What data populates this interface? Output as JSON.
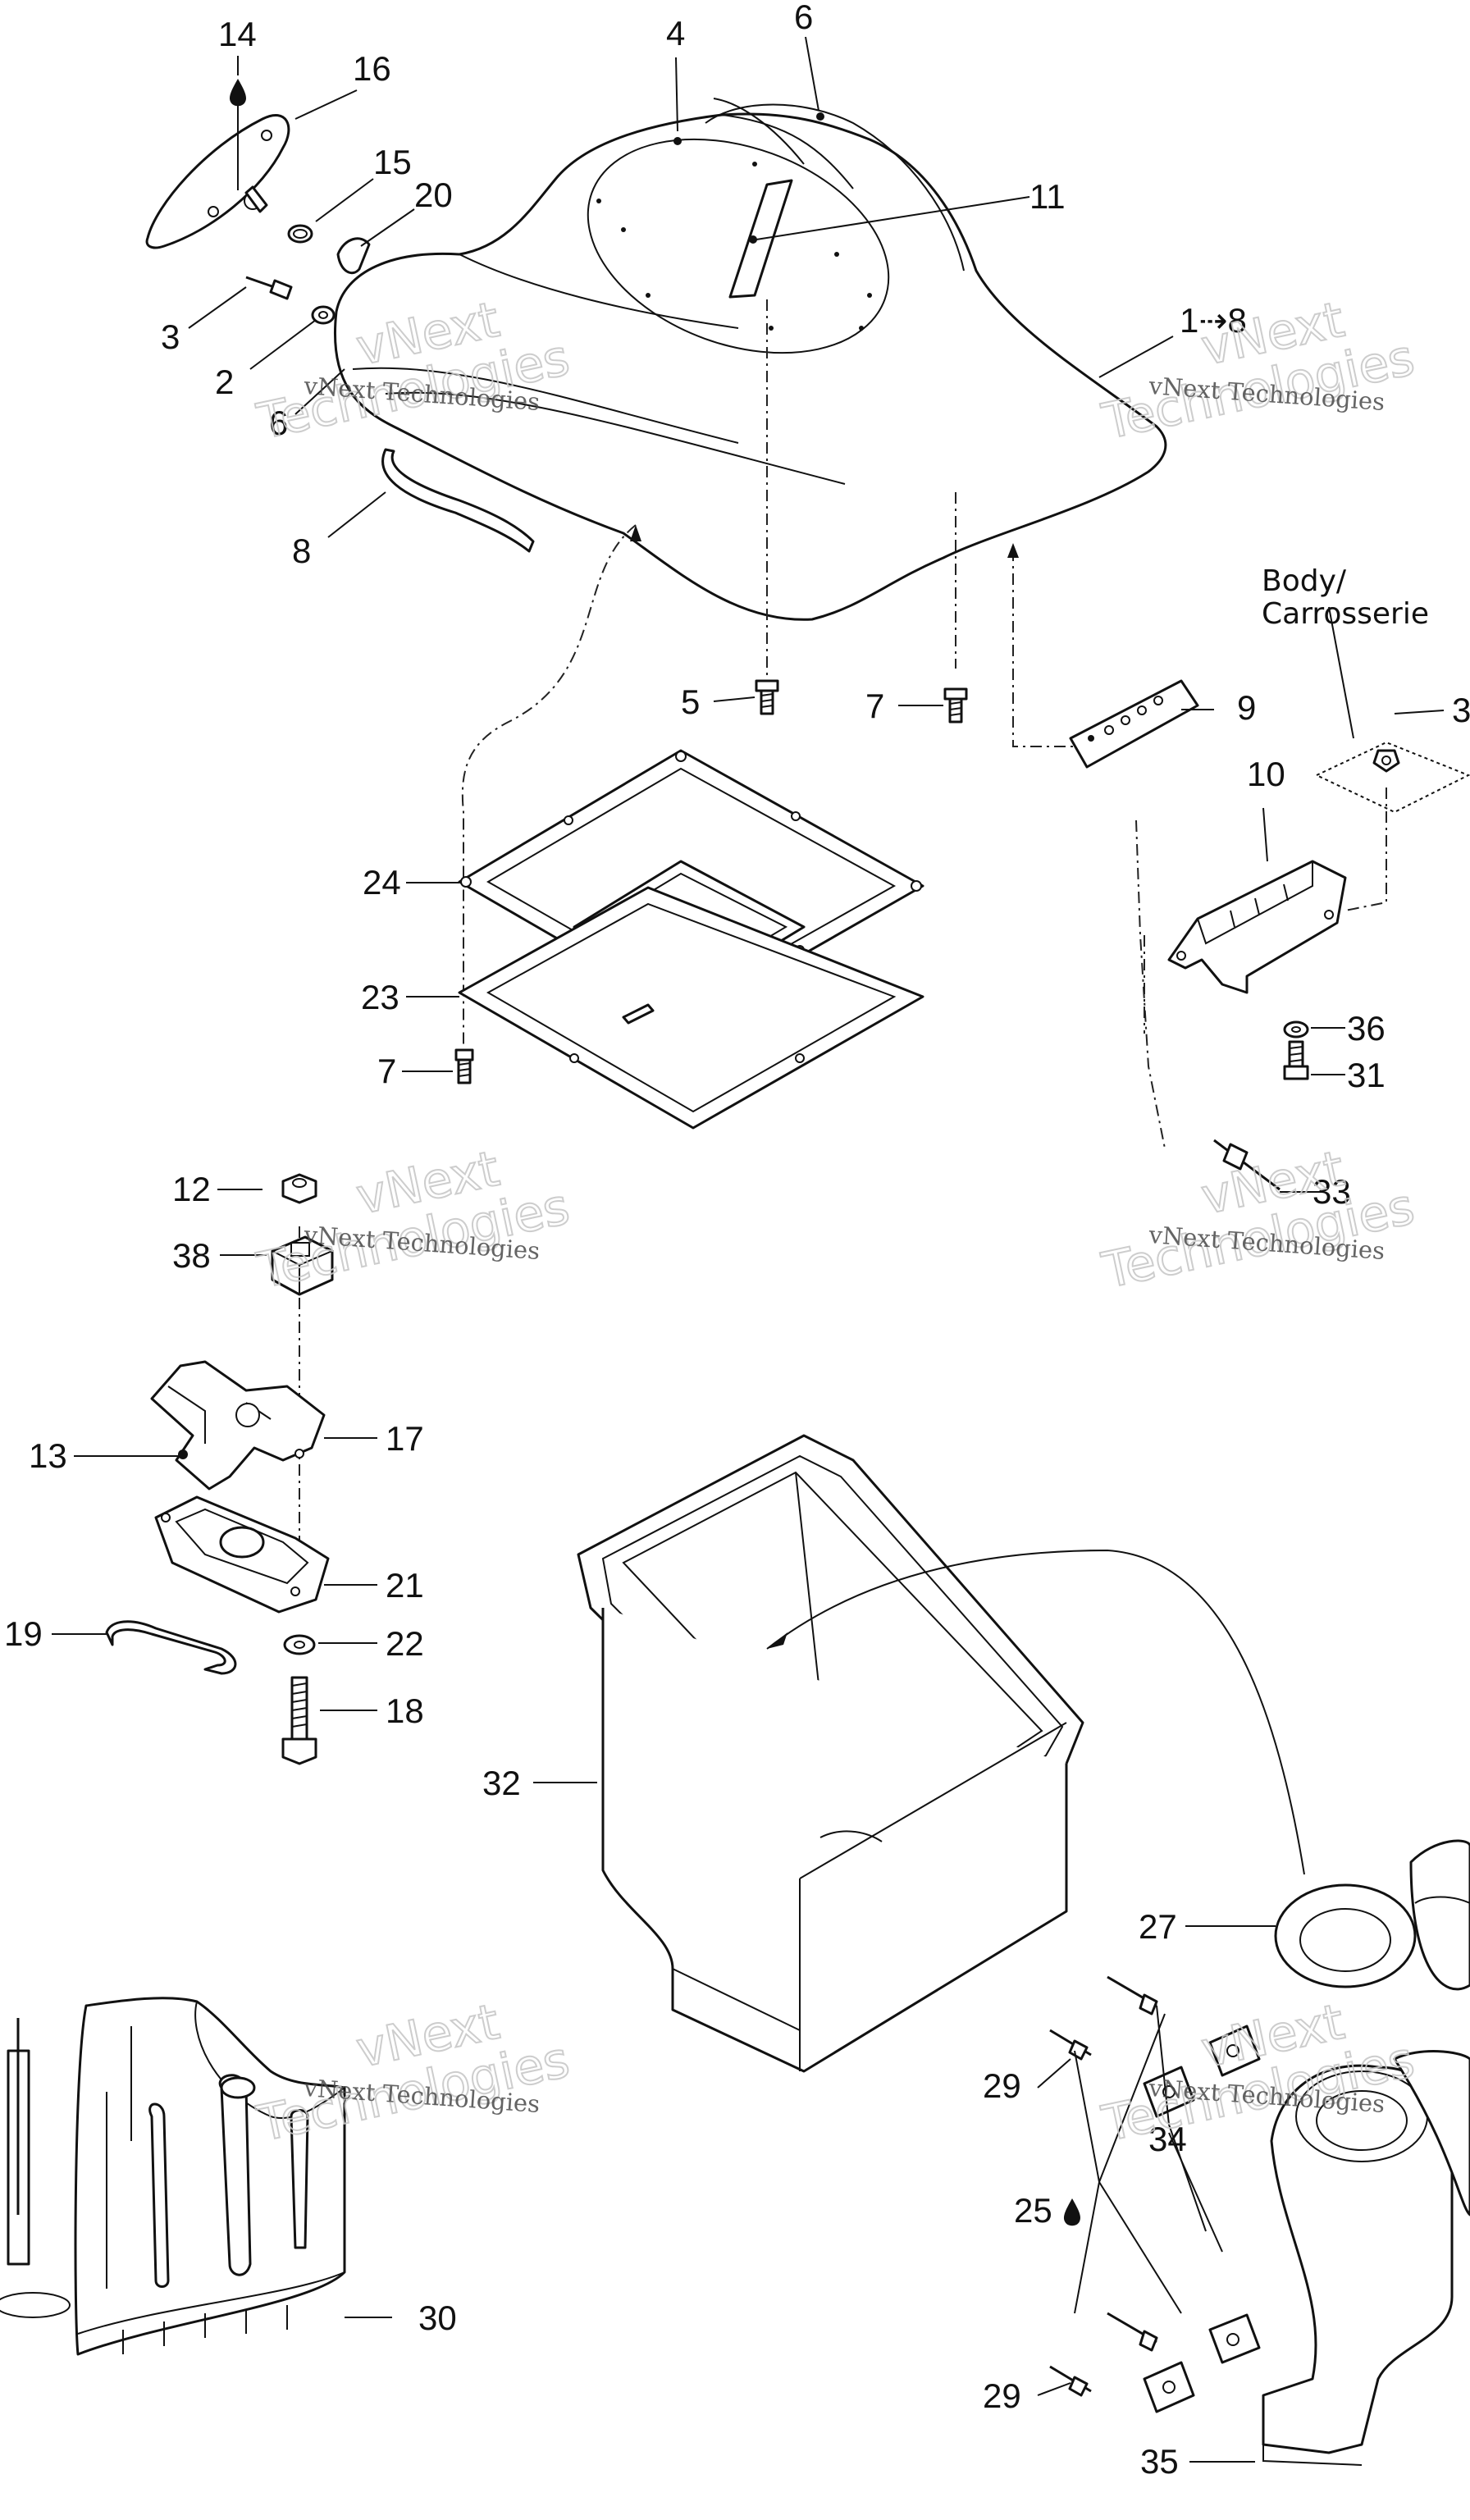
{
  "callouts": {
    "c14": "14",
    "c16": "16",
    "c15": "15",
    "c20": "20",
    "c4": "4",
    "c6top": "6",
    "c11": "11",
    "c1to8": "1⇢8",
    "c3a": "3",
    "c2": "2",
    "c6side": "6",
    "c8": "8",
    "c5": "5",
    "c7a": "7",
    "c9": "9",
    "c3b": "3",
    "c10": "10",
    "c24": "24",
    "c23": "23",
    "c7b": "7",
    "c36": "36",
    "c31": "31",
    "c33": "33",
    "c12": "12",
    "c38": "38",
    "c13": "13",
    "c17": "17",
    "c21": "21",
    "c19": "19",
    "c22": "22",
    "c18": "18",
    "c32": "32",
    "c27": "27",
    "c29a": "29",
    "c34": "34",
    "c25": "25",
    "c29b": "29",
    "c30": "30",
    "c35": "35"
  },
  "body_label": {
    "line1": "Body/",
    "line2": "Carrosserie"
  },
  "watermark": {
    "line1": "vNext Technologies",
    "big_line1": "vNext",
    "big_line2": "Technologies"
  },
  "icons": {
    "sealant_drop": "drop-icon",
    "arrow": "arrow-icon"
  },
  "colors": {
    "line": "#111111",
    "watermark": "#c8c8c8"
  }
}
